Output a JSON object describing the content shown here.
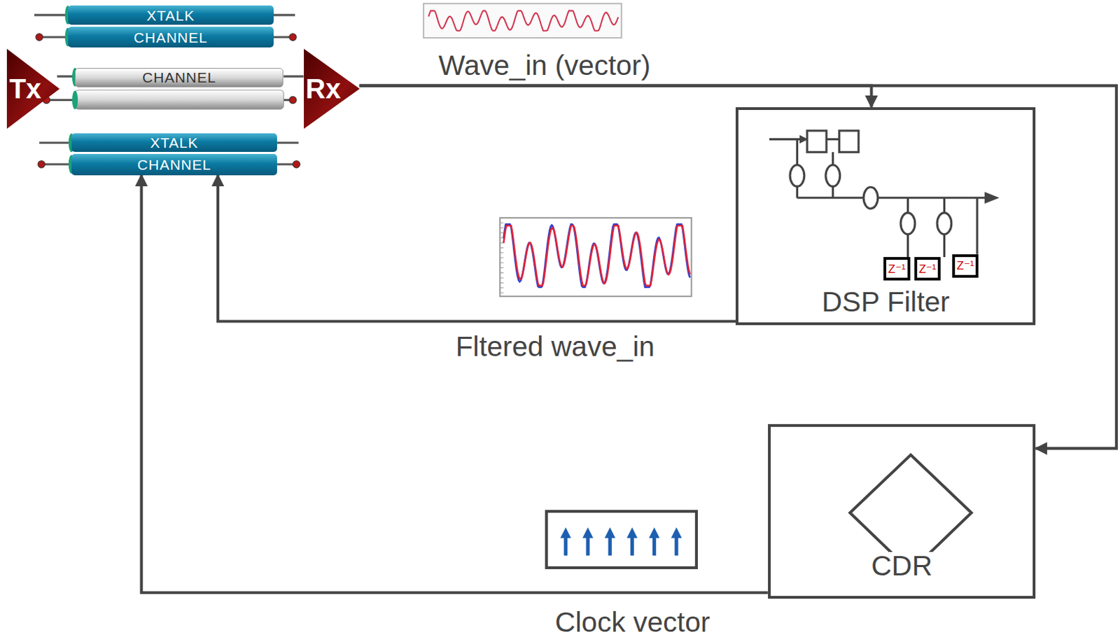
{
  "diagram": {
    "nodes": [
      {
        "text": [
          "XTALK"
        ]
      },
      {
        "text": [
          "CHANNEL"
        ]
      },
      {
        "text": [
          "Tx"
        ]
      },
      {
        "text": [
          "CHANNEL"
        ]
      },
      {
        "text": [
          "Rx"
        ]
      },
      {
        "text": [
          "XTALK"
        ]
      },
      {
        "text": [
          "CHANNEL"
        ]
      },
      {
        "text": [
          "DSP Filter"
        ]
      },
      {
        "text": [
          "CDR"
        ]
      }
    ],
    "edges": [
      {
        "from": 4,
        "to": 7,
        "arrow": "to",
        "label": "Wave_in (vector)"
      },
      {
        "from": 4,
        "to": 8,
        "arrow": "to"
      },
      {
        "from": 7,
        "to": 6,
        "arrow": "to",
        "label": "Fltered wave_in"
      },
      {
        "from": 8,
        "to": 6,
        "arrow": "to",
        "label": "Clock vector"
      }
    ],
    "labels": [
      "Z⁻¹",
      "Z⁻¹",
      "Z⁻¹"
    ]
  }
}
